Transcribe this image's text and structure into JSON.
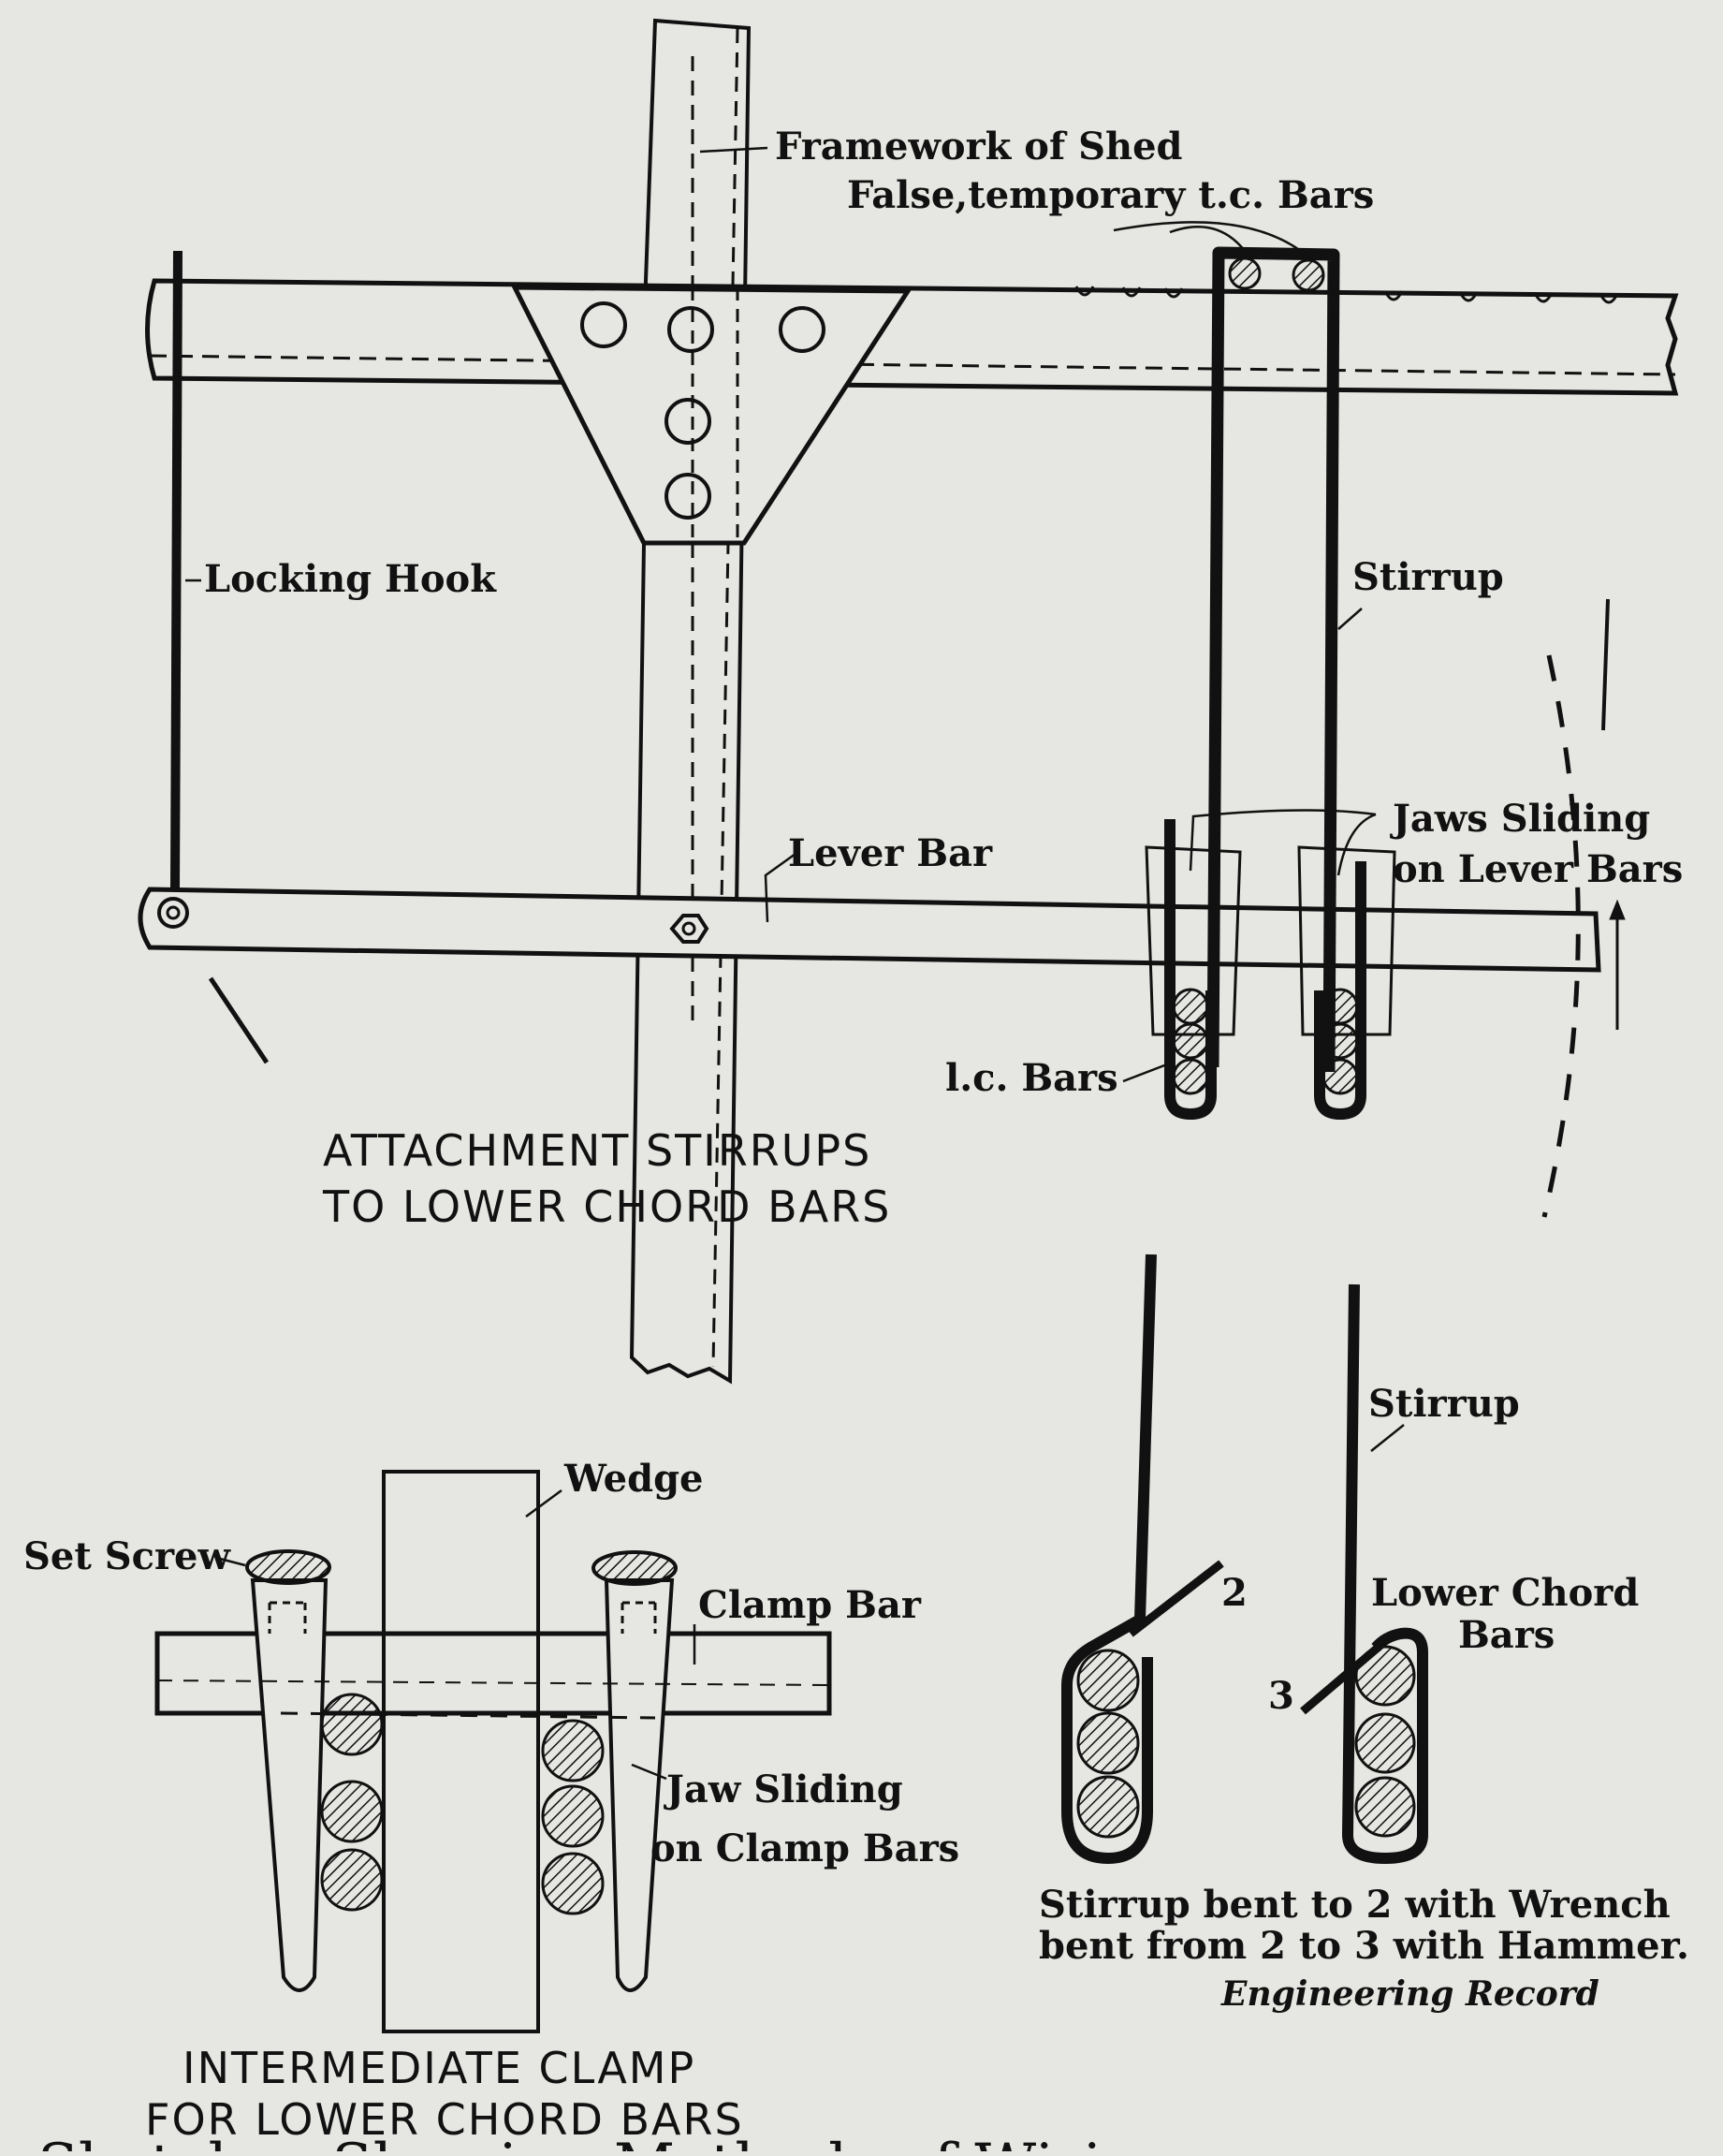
{
  "top_figure": {
    "caption": [
      "ATTACHMENT STIRRUPS",
      "TO LOWER CHORD BARS"
    ],
    "labels": {
      "framework_of_shed": "Framework of Shed",
      "false_temporary_bars": "False,temporary t.c. Bars",
      "locking_hook": "Locking Hook",
      "stirrup": "Stirrup",
      "jaws_sliding": [
        "Jaws Sliding",
        "on Lever Bars"
      ],
      "lever_bar": "Lever Bar",
      "lc_bars": "l.c. Bars"
    }
  },
  "clamp_figure": {
    "caption": [
      "INTERMEDIATE CLAMP",
      "FOR LOWER CHORD BARS"
    ],
    "labels": {
      "wedge": "Wedge",
      "set_screw": "Set Screw",
      "clamp_bar": "Clamp Bar",
      "jaw_sliding": [
        "Jaw Sliding",
        "on Clamp Bars"
      ]
    }
  },
  "stirrup_figure": {
    "labels": {
      "stirrup": "Stirrup",
      "lower_chord_bars": [
        "Lower Chord",
        "Bars"
      ],
      "num_2": "2",
      "num_3": "3"
    },
    "note": [
      "Stirrup bent to 2 with Wrench",
      "bent from 2 to 3 with Hammer."
    ]
  },
  "credit": "Engineering Record",
  "bottom_text": "Sketches Showing Methods of Wiring"
}
